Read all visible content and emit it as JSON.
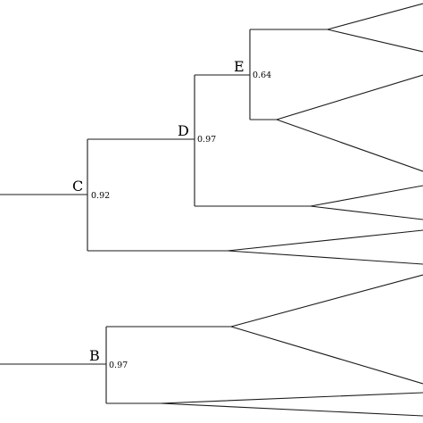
{
  "nodes": {
    "B": {
      "label": "B",
      "support": "0.97"
    },
    "C": {
      "label": "C",
      "support": "0.92"
    },
    "D": {
      "label": "D",
      "support": "0.97"
    },
    "E": {
      "label": "E",
      "support": "0.64"
    }
  }
}
